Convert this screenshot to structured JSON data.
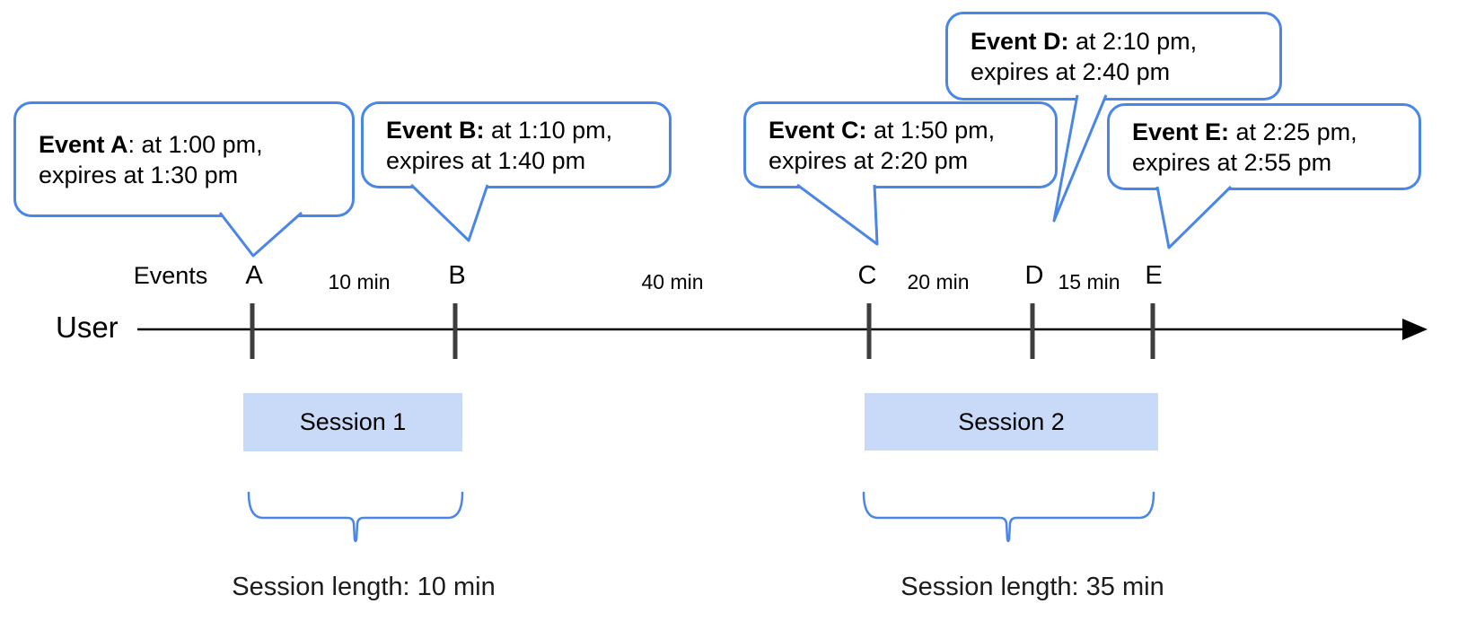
{
  "diagram": {
    "events_row_label": "Events",
    "axis_label": "User",
    "event_labels": [
      "A",
      "B",
      "C",
      "D",
      "E"
    ],
    "gap_labels": [
      "10 min",
      "40 min",
      "20 min",
      "15 min"
    ],
    "callouts": [
      {
        "event": "A",
        "bold": "Event A",
        "text": ": at 1:00 pm,",
        "text2": "expires at 1:30 pm"
      },
      {
        "event": "B",
        "bold": "Event B:",
        "text": " at 1:10 pm,",
        "text2": "expires at 1:40 pm"
      },
      {
        "event": "C",
        "bold": "Event C:",
        "text": " at 1:50 pm,",
        "text2": "expires at 2:20 pm"
      },
      {
        "event": "D",
        "bold": "Event D:",
        "text": " at 2:10 pm,",
        "text2": "expires at 2:40 pm"
      },
      {
        "event": "E",
        "bold": "Event E:",
        "text": " at 2:25 pm,",
        "text2": "expires at 2:55 pm"
      }
    ],
    "sessions": [
      {
        "label": "Session 1",
        "length": "Session length: 10 min"
      },
      {
        "label": "Session 2",
        "length": "Session length: 35 min"
      }
    ],
    "colors": {
      "accent": "#4a86e8",
      "session_fill": "#c9daf8",
      "tick": "#3d3d3d",
      "axis": "#000000"
    }
  }
}
